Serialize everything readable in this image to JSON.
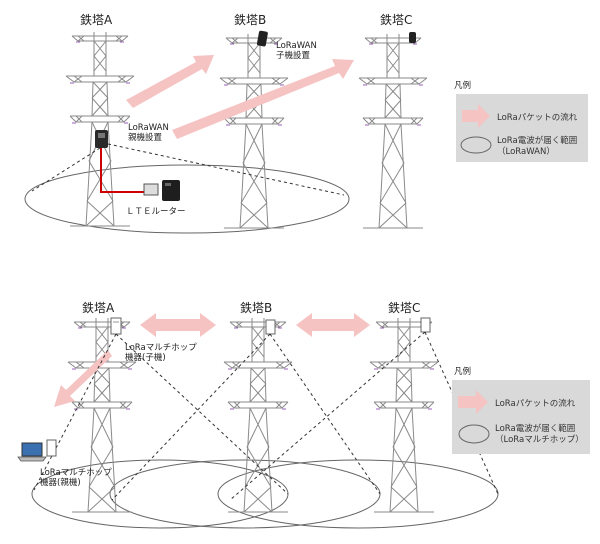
{
  "top": {
    "towers": [
      "鉄塔A",
      "鉄塔B",
      "鉄塔C"
    ],
    "parent_device_label": [
      "LoRaWAN",
      "親機設置"
    ],
    "child_device_label": [
      "LoRaWAN",
      "子機設置"
    ],
    "router_label": "ＬＴＥルーター",
    "legend": {
      "title": "凡例",
      "arrow_text": "LoRaパケットの流れ",
      "range_text": [
        "LoRa電波が届く範囲",
        "（LoRaWAN）"
      ]
    }
  },
  "bottom": {
    "towers": [
      "鉄塔A",
      "鉄塔B",
      "鉄塔C"
    ],
    "child_device_label": [
      "LoRaマルチホップ",
      "機器(子機)"
    ],
    "parent_device_label": [
      "LoRaマルチホップ",
      "機器(親機)"
    ],
    "legend": {
      "title": "凡例",
      "arrow_text": "LoRaパケットの流れ",
      "range_text": [
        "LoRa電波が届く範囲",
        "（LoRaマルチホップ）"
      ]
    }
  },
  "colors": {
    "arrow": "#f6c3c3",
    "legend_bg": "#d9d9d9",
    "cable": "#cc0000",
    "tower_line": "#8a8a8a",
    "insulator": "#9a5fb5"
  }
}
